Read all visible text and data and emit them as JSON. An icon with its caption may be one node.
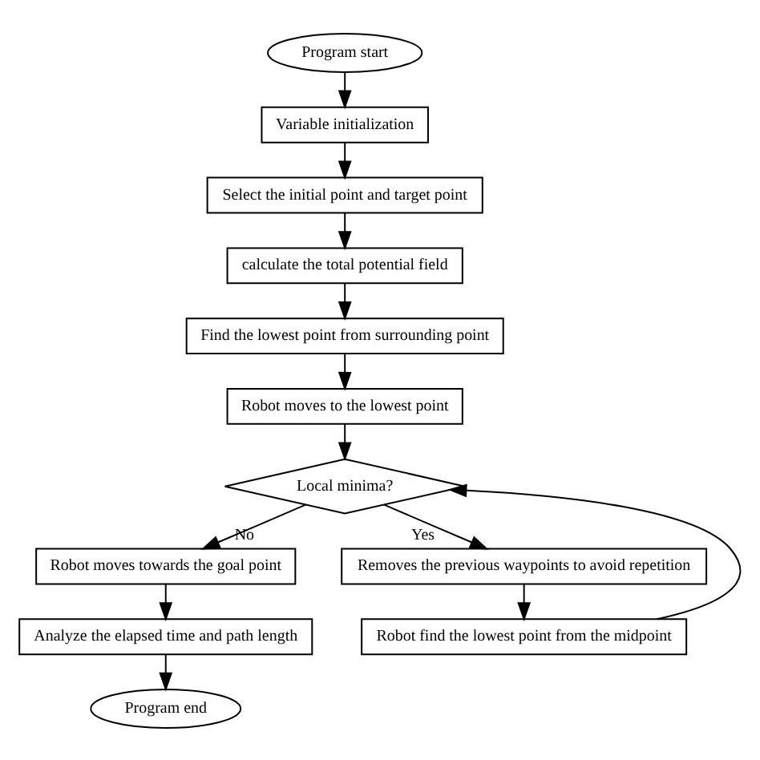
{
  "diagram": {
    "nodes": [
      {
        "text": [
          "Program start"
        ]
      },
      {
        "text": [
          "Variable initialization"
        ]
      },
      {
        "text": [
          "Select the initial point and target point"
        ]
      },
      {
        "text": [
          "calculate the total potential field"
        ]
      },
      {
        "text": [
          "Find the lowest point from surrounding point"
        ]
      },
      {
        "text": [
          "Robot moves to the lowest point"
        ]
      },
      {
        "text": [
          "Local minima?"
        ]
      },
      {
        "text": [
          "Robot moves towards the goal point"
        ]
      },
      {
        "text": [
          "Analyze the elapsed time and path length"
        ]
      },
      {
        "text": [
          "Program end"
        ]
      },
      {
        "text": [
          "Removes the previous waypoints to avoid repetition"
        ]
      },
      {
        "text": [
          "Robot find the lowest point from the midpoint"
        ]
      }
    ],
    "edges": [
      {
        "from": 0,
        "to": 1,
        "arrow": "to"
      },
      {
        "from": 1,
        "to": 2,
        "arrow": "to"
      },
      {
        "from": 2,
        "to": 3,
        "arrow": "to"
      },
      {
        "from": 3,
        "to": 4,
        "arrow": "to"
      },
      {
        "from": 4,
        "to": 5,
        "arrow": "to"
      },
      {
        "from": 5,
        "to": 6,
        "arrow": "to"
      },
      {
        "from": 6,
        "to": 7,
        "arrow": "to",
        "label": "No"
      },
      {
        "from": 7,
        "to": 8,
        "arrow": "to"
      },
      {
        "from": 8,
        "to": 9,
        "arrow": "to"
      },
      {
        "from": 6,
        "to": 10,
        "arrow": "to",
        "label": "Yes"
      },
      {
        "from": 10,
        "to": 11,
        "arrow": "to"
      },
      {
        "from": 11,
        "to": 6,
        "arrow": "to"
      }
    ]
  }
}
